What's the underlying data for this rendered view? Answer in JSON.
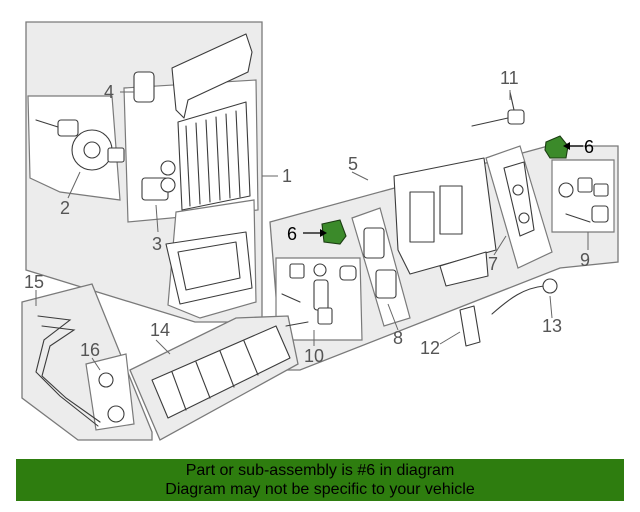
{
  "callouts": {
    "c1": "1",
    "c2": "2",
    "c3": "3",
    "c4": "4",
    "c5": "5",
    "c6a": "6",
    "c6b": "6",
    "c7": "7",
    "c8": "8",
    "c9": "9",
    "c10": "10",
    "c11": "11",
    "c12": "12",
    "c13": "13",
    "c14": "14",
    "c15": "15",
    "c16": "16"
  },
  "highlight_color": "#3b8a2a",
  "banner": {
    "background": "#2e7d0f",
    "line1": "Part or sub-assembly is #6 in diagram",
    "line2": "Diagram may not be specific to your vehicle"
  }
}
